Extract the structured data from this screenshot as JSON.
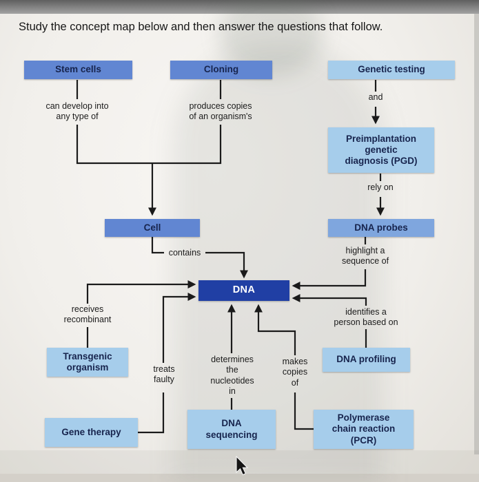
{
  "title": "Study the concept map below and then answer the questions that follow.",
  "nodes": {
    "stem_cells": {
      "label": "Stem cells"
    },
    "cloning": {
      "label": "Cloning"
    },
    "genetic_testing": {
      "label": "Genetic testing"
    },
    "pgd": {
      "label": "Preimplantation\ngenetic\ndiagnosis (PGD)"
    },
    "dna_probes": {
      "label": "DNA probes"
    },
    "cell": {
      "label": "Cell"
    },
    "dna": {
      "label": "DNA"
    },
    "transgenic_organism": {
      "label": "Transgenic\norganism"
    },
    "gene_therapy": {
      "label": "Gene therapy"
    },
    "dna_sequencing": {
      "label": "DNA\nsequencing"
    },
    "dna_profiling": {
      "label": "DNA profiling"
    },
    "pcr": {
      "label": "Polymerase\nchain reaction\n(PCR)"
    }
  },
  "edge_labels": {
    "can_develop_into": "can develop into\nany type of",
    "produces_copies": "produces copies\nof an organism's",
    "and": "and",
    "rely_on": "rely on",
    "contains": "contains",
    "highlight_sequence": "highlight a\nsequence of",
    "receives_recombinant": "receives\nrecombinant",
    "identifies_person": "identifies a\nperson based on",
    "treats_faulty": "treats\nfaulty",
    "determines_nucleotides": "determines\nthe\nnucleotides\nin",
    "makes_copies": "makes\ncopies\nof"
  },
  "colors": {
    "box_medium_blue": "#6186d2",
    "box_probe_blue": "#7fa6de",
    "box_light_blue": "#a6cdeb",
    "box_dark_blue": "#203fa4",
    "box_text_navy": "#17244d",
    "dna_text": "#ffffff",
    "connector_line": "#1a1a1a"
  }
}
